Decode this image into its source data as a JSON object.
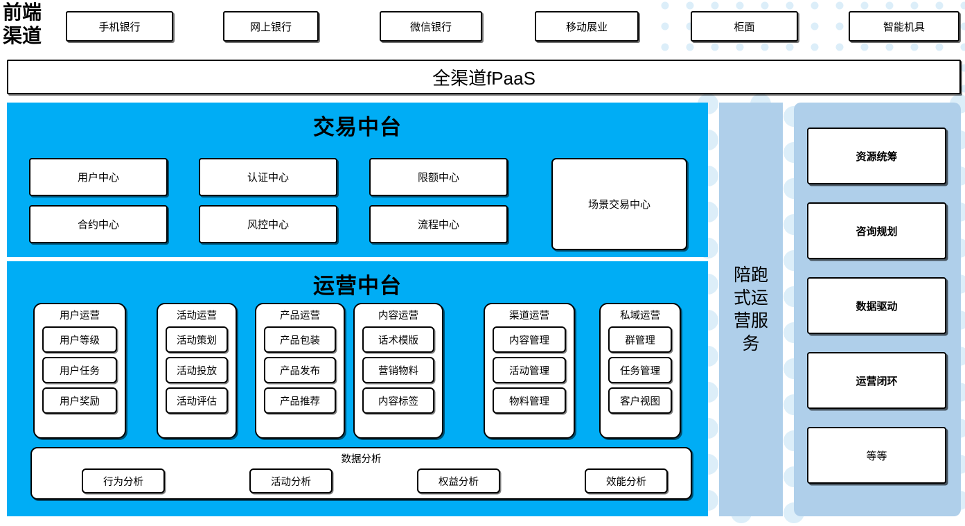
{
  "theme": {
    "platform_blue": "#00ADF5",
    "panel_light_blue": "#AFCFEA",
    "dot_blue": "#DCEEF9",
    "box_white": "#FFFFFF",
    "border_black": "#000000"
  },
  "front_channel": {
    "label": "前端\n渠道",
    "label_line1": "前端",
    "label_line2": "渠道",
    "items": [
      {
        "label": "手机银行"
      },
      {
        "label": "网上银行"
      },
      {
        "label": "微信银行"
      },
      {
        "label": "移动展业"
      },
      {
        "label": "柜面"
      },
      {
        "label": "智能机具"
      }
    ]
  },
  "fpaas": {
    "label": "全渠道fPaaS"
  },
  "trade_platform": {
    "title": "交易中台",
    "boxes": [
      {
        "label": "用户中心"
      },
      {
        "label": "认证中心"
      },
      {
        "label": "限额中心"
      },
      {
        "label": "合约中心"
      },
      {
        "label": "风控中心"
      },
      {
        "label": "流程中心"
      }
    ],
    "scene_box": {
      "label": "场景交易中心"
    }
  },
  "ops_platform": {
    "title": "运营中台",
    "groups": [
      {
        "title": "用户运营",
        "items": [
          {
            "label": "用户等级"
          },
          {
            "label": "用户任务"
          },
          {
            "label": "用户奖励"
          }
        ]
      },
      {
        "title": "活动运营",
        "items": [
          {
            "label": "活动策划"
          },
          {
            "label": "活动投放"
          },
          {
            "label": "活动评估"
          }
        ]
      },
      {
        "title": "产品运营",
        "items": [
          {
            "label": "产品包装"
          },
          {
            "label": "产品发布"
          },
          {
            "label": "产品推荐"
          }
        ]
      },
      {
        "title": "内容运营",
        "items": [
          {
            "label": "话术模版"
          },
          {
            "label": "营销物料"
          },
          {
            "label": "内容标签"
          }
        ]
      },
      {
        "title": "渠道运营",
        "items": [
          {
            "label": "内容管理"
          },
          {
            "label": "活动管理"
          },
          {
            "label": "物料管理"
          }
        ]
      },
      {
        "title": "私域运营",
        "items": [
          {
            "label": "群管理"
          },
          {
            "label": "任务管理"
          },
          {
            "label": "客户视图"
          }
        ]
      }
    ],
    "data_analysis": {
      "title": "数据分析",
      "items": [
        {
          "label": "行为分析"
        },
        {
          "label": "活动分析"
        },
        {
          "label": "权益分析"
        },
        {
          "label": "效能分析"
        }
      ]
    }
  },
  "accompany_service": {
    "label": "陪跑式运营服务"
  },
  "service_panel": {
    "cards": [
      {
        "label": "资源统筹",
        "bold": true
      },
      {
        "label": "咨询规划",
        "bold": true
      },
      {
        "label": "数据驱动",
        "bold": true
      },
      {
        "label": "运营闭环",
        "bold": true
      },
      {
        "label": "等等",
        "bold": false
      }
    ]
  }
}
